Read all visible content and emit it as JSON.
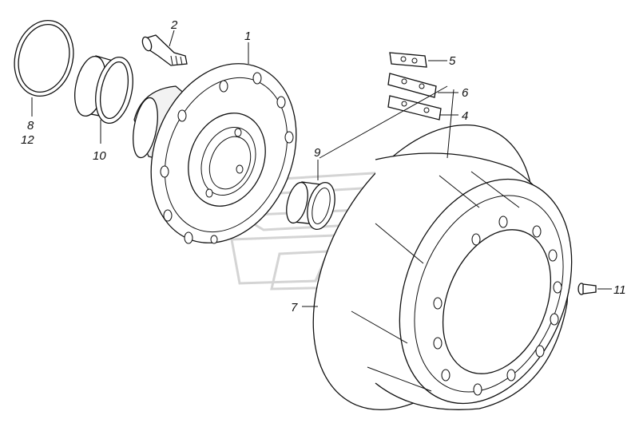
{
  "callouts": [
    {
      "id": "c1",
      "label": "1"
    },
    {
      "id": "c2",
      "label": "2"
    },
    {
      "id": "c4",
      "label": "4"
    },
    {
      "id": "c5",
      "label": "5"
    },
    {
      "id": "c6",
      "label": "6"
    },
    {
      "id": "c7",
      "label": "7"
    },
    {
      "id": "c8",
      "label": "8"
    },
    {
      "id": "c9",
      "label": "9"
    },
    {
      "id": "c10",
      "label": "10"
    },
    {
      "id": "c11",
      "label": "11"
    },
    {
      "id": "c12",
      "label": "12"
    }
  ]
}
